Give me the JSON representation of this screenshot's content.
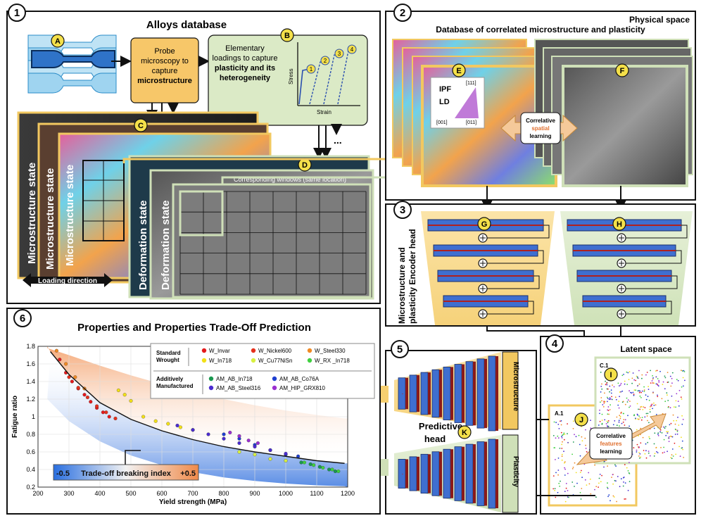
{
  "panel1": {
    "number": "1",
    "title": "Alloys database",
    "probe_text": [
      "Probe",
      "microscopy to",
      "capture",
      "microstructure"
    ],
    "loading_text": [
      "Elementary",
      "loadings to capture",
      "plasticity and its",
      "heterogeneity"
    ],
    "graph_stress": "Stress",
    "graph_strain": "Strain",
    "graph_steps": [
      "1",
      "2",
      "3",
      "4"
    ],
    "ellipsis": "...",
    "microstructure_state": "Microstructure state",
    "deformation_state": "Deformation state",
    "corresponding_windows": "Corresponding windows (same location)",
    "loading_direction": "Loading direction",
    "badges": {
      "a": "A",
      "b": "B",
      "c": "C",
      "d": "D"
    }
  },
  "panel2": {
    "number": "2",
    "title": "Physical space",
    "subtitle": "Database of correlated microstructure and plasticity",
    "ipf": "IPF",
    "ld": "LD",
    "ipf_111": "[111]",
    "ipf_001": "[001]",
    "ipf_011": "[011]",
    "correlative": "Correlative",
    "spatial": "spatial",
    "learning": "learning",
    "badges": {
      "e": "E",
      "f": "F"
    }
  },
  "panel3": {
    "number": "3",
    "side_label_1": "Microstructure and",
    "side_label_2": "plasticity Encoder head",
    "plus": "⊕",
    "badges": {
      "g": "G",
      "h": "H"
    }
  },
  "panel4": {
    "number": "4",
    "title": "Latent space",
    "a1": "A.1",
    "c1": "C.1",
    "correlative": "Correlative",
    "features": "features",
    "learning": "learning",
    "badges": {
      "i": "I",
      "j": "J"
    }
  },
  "panel5": {
    "number": "5",
    "predictive": "Predictive",
    "head": "head",
    "microstructure": "Microstructure",
    "plasticity": "Plasticity",
    "badges": {
      "k": "K"
    }
  },
  "panel6": {
    "number": "6",
    "title": "Properties and Properties Trade-Off Prediction",
    "standard": "Standard",
    "wrought": "Wrought",
    "additively": "Additively",
    "manufactured": "Manufactured",
    "colorbar_min": "-0.5",
    "colorbar_label": "Trade-off breaking index",
    "colorbar_max": "+0.5"
  },
  "chart_data": {
    "type": "scatter",
    "title": "Properties and Properties Trade-Off Prediction",
    "xlabel": "Yield strength (MPa)",
    "ylabel": "Fatigue ratio",
    "xlim": [
      200,
      1200
    ],
    "ylim": [
      0.2,
      1.8
    ],
    "x_ticks": [
      200,
      300,
      400,
      500,
      600,
      700,
      800,
      900,
      1000,
      1100,
      1200
    ],
    "y_ticks": [
      0.2,
      0.4,
      0.6,
      0.8,
      1,
      1.2,
      1.4,
      1.6,
      1.8
    ],
    "grid": true,
    "legend_position": "top-right",
    "series": [
      {
        "name": "W_Invar",
        "color": "#e41a1c",
        "group": "Standard Wrought",
        "x": [
          270,
          290,
          310,
          330,
          350,
          370,
          390,
          410,
          430
        ],
        "y": [
          1.65,
          1.5,
          1.4,
          1.32,
          1.25,
          1.17,
          1.1,
          1.05,
          1.0
        ]
      },
      {
        "name": "W_Nickel600",
        "color": "#e6301c",
        "group": "Standard Wrought",
        "x": [
          300,
          330,
          360,
          390,
          420,
          450
        ],
        "y": [
          1.45,
          1.33,
          1.22,
          1.12,
          1.05,
          0.98
        ]
      },
      {
        "name": "W_Steel330",
        "color": "#f08a24",
        "group": "Standard Wrought",
        "x": [
          260,
          290,
          320,
          350
        ],
        "y": [
          1.75,
          1.6,
          1.45,
          1.32
        ]
      },
      {
        "name": "W_In718",
        "color": "#f2e018",
        "group": "Standard Wrought",
        "x": [
          460,
          480,
          500,
          540,
          580,
          620,
          660,
          700
        ],
        "y": [
          1.3,
          1.25,
          1.18,
          1.0,
          0.95,
          0.92,
          0.88,
          0.85
        ]
      },
      {
        "name": "W_Cu77NiSn",
        "color": "#d8f040",
        "group": "Standard Wrought",
        "x": [
          850,
          900,
          950,
          1000
        ],
        "y": [
          0.6,
          0.57,
          0.52,
          0.5
        ]
      },
      {
        "name": "W_RX _In718",
        "color": "#40d040",
        "group": "Standard Wrought",
        "x": [
          1060,
          1090,
          1120,
          1150,
          1170
        ],
        "y": [
          0.48,
          0.45,
          0.42,
          0.4,
          0.38
        ]
      },
      {
        "name": "AM_AB_In718",
        "color": "#1a9850",
        "group": "Additively Manufactured",
        "x": [
          1050,
          1080,
          1110,
          1140,
          1160
        ],
        "y": [
          0.48,
          0.46,
          0.43,
          0.4,
          0.38
        ]
      },
      {
        "name": "AM_AB_Co76A",
        "color": "#1f3fd0",
        "group": "Additively Manufactured",
        "x": [
          800,
          850,
          900,
          950,
          1000,
          1040
        ],
        "y": [
          0.8,
          0.75,
          0.68,
          0.62,
          0.57,
          0.55
        ]
      },
      {
        "name": "AM_AB_Steel316",
        "color": "#4a2bd0",
        "group": "Additively Manufactured",
        "x": [
          650,
          700,
          750,
          800,
          850,
          900,
          950,
          1000
        ],
        "y": [
          0.9,
          0.85,
          0.8,
          0.75,
          0.7,
          0.66,
          0.62,
          0.58
        ]
      },
      {
        "name": "AM_HIP_GRX810",
        "color": "#9b30d0",
        "group": "Additively Manufactured",
        "x": [
          820,
          850,
          880,
          910
        ],
        "y": [
          0.82,
          0.78,
          0.73,
          0.7
        ]
      }
    ],
    "fit_curve": {
      "x": [
        240,
        300,
        400,
        500,
        600,
        700,
        800,
        900,
        1000,
        1100,
        1190
      ],
      "y": [
        1.74,
        1.48,
        1.16,
        0.97,
        0.84,
        0.74,
        0.66,
        0.6,
        0.55,
        0.5,
        0.47
      ]
    },
    "band_upper": {
      "x": [
        230,
        300,
        400,
        500,
        600,
        700,
        800,
        900,
        1000,
        1100,
        1190
      ],
      "y": [
        1.78,
        1.7,
        1.58,
        1.47,
        1.37,
        1.28,
        1.2,
        1.13,
        1.07,
        1.02,
        0.98
      ]
    },
    "band_lower": {
      "x": [
        230,
        300,
        400,
        500,
        600,
        700,
        800,
        900,
        1000,
        1100,
        1190
      ],
      "y": [
        1.2,
        0.95,
        0.72,
        0.56,
        0.45,
        0.37,
        0.31,
        0.27,
        0.24,
        0.22,
        0.21
      ]
    },
    "colors": {
      "top_band": "#f4a06a",
      "bottom_band": "#3c78e0"
    }
  }
}
